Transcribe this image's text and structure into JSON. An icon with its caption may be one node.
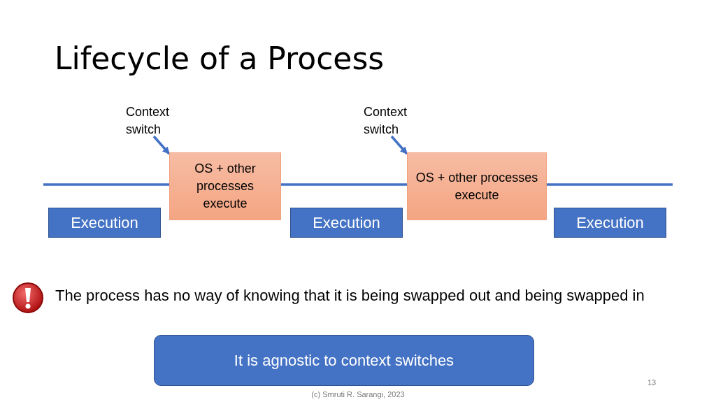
{
  "diagram": {
    "title": "Lifecycle of a Process",
    "nodes": [
      {
        "text": [
          "Context switch"
        ]
      },
      {
        "text": [
          "OS + other processes execute"
        ]
      },
      {
        "text": [
          "Context switch"
        ]
      },
      {
        "text": [
          "OS + other processes execute"
        ]
      },
      {
        "text": [
          "Execution"
        ]
      },
      {
        "text": [
          "Execution"
        ]
      },
      {
        "text": [
          "Execution"
        ]
      },
      {
        "text": [
          "It is agnostic to context switches"
        ]
      }
    ],
    "edges": [
      {
        "from": 0,
        "to": 1,
        "arrow": "to"
      },
      {
        "from": 2,
        "to": 3,
        "arrow": "to"
      },
      {
        "from": null,
        "to": 1,
        "arrow": "none"
      },
      {
        "from": 1,
        "to": 3,
        "arrow": "none"
      },
      {
        "from": 3,
        "to": null,
        "arrow": "none"
      }
    ],
    "labels": [
      "The process has no way of knowing that it is being swapped out and being swapped in",
      "13",
      "(c) Smruti R. Sarangi, 2023"
    ]
  }
}
